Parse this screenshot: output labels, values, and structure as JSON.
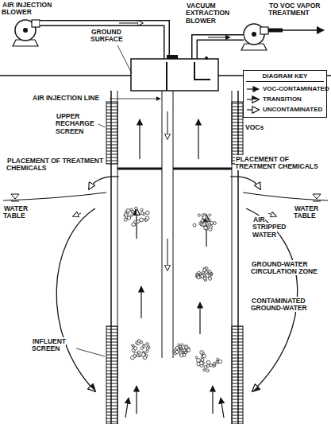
{
  "diagram": {
    "labels": [
      "AIR INJECTION BLOWER",
      "VACUUM EXTRACTION BLOWER",
      "TO VOC VAPOR TREATMENT",
      "GROUND SURFACE",
      "AIR INJECTION LINE",
      "DIAGRAM KEY",
      "UPPER RECHARGE SCREEN",
      "VOCs",
      "PLACEMENT OF TREATMENT CHEMICALS",
      "PLACEMENT OF TREATMENT CHEMICALS",
      "WATER TABLE",
      "WATER TABLE",
      "AIR STRIPPED WATER",
      "GROUND-WATER CIRCULATION ZONE",
      "CONTAMINATED GROUND-WATER",
      "INFLUENT SCREEN"
    ],
    "legend": [
      {
        "text": "VOC-CONTAMINATED"
      },
      {
        "text": "TRANSITION"
      },
      {
        "text": "UNCONTAMINATED"
      }
    ]
  }
}
